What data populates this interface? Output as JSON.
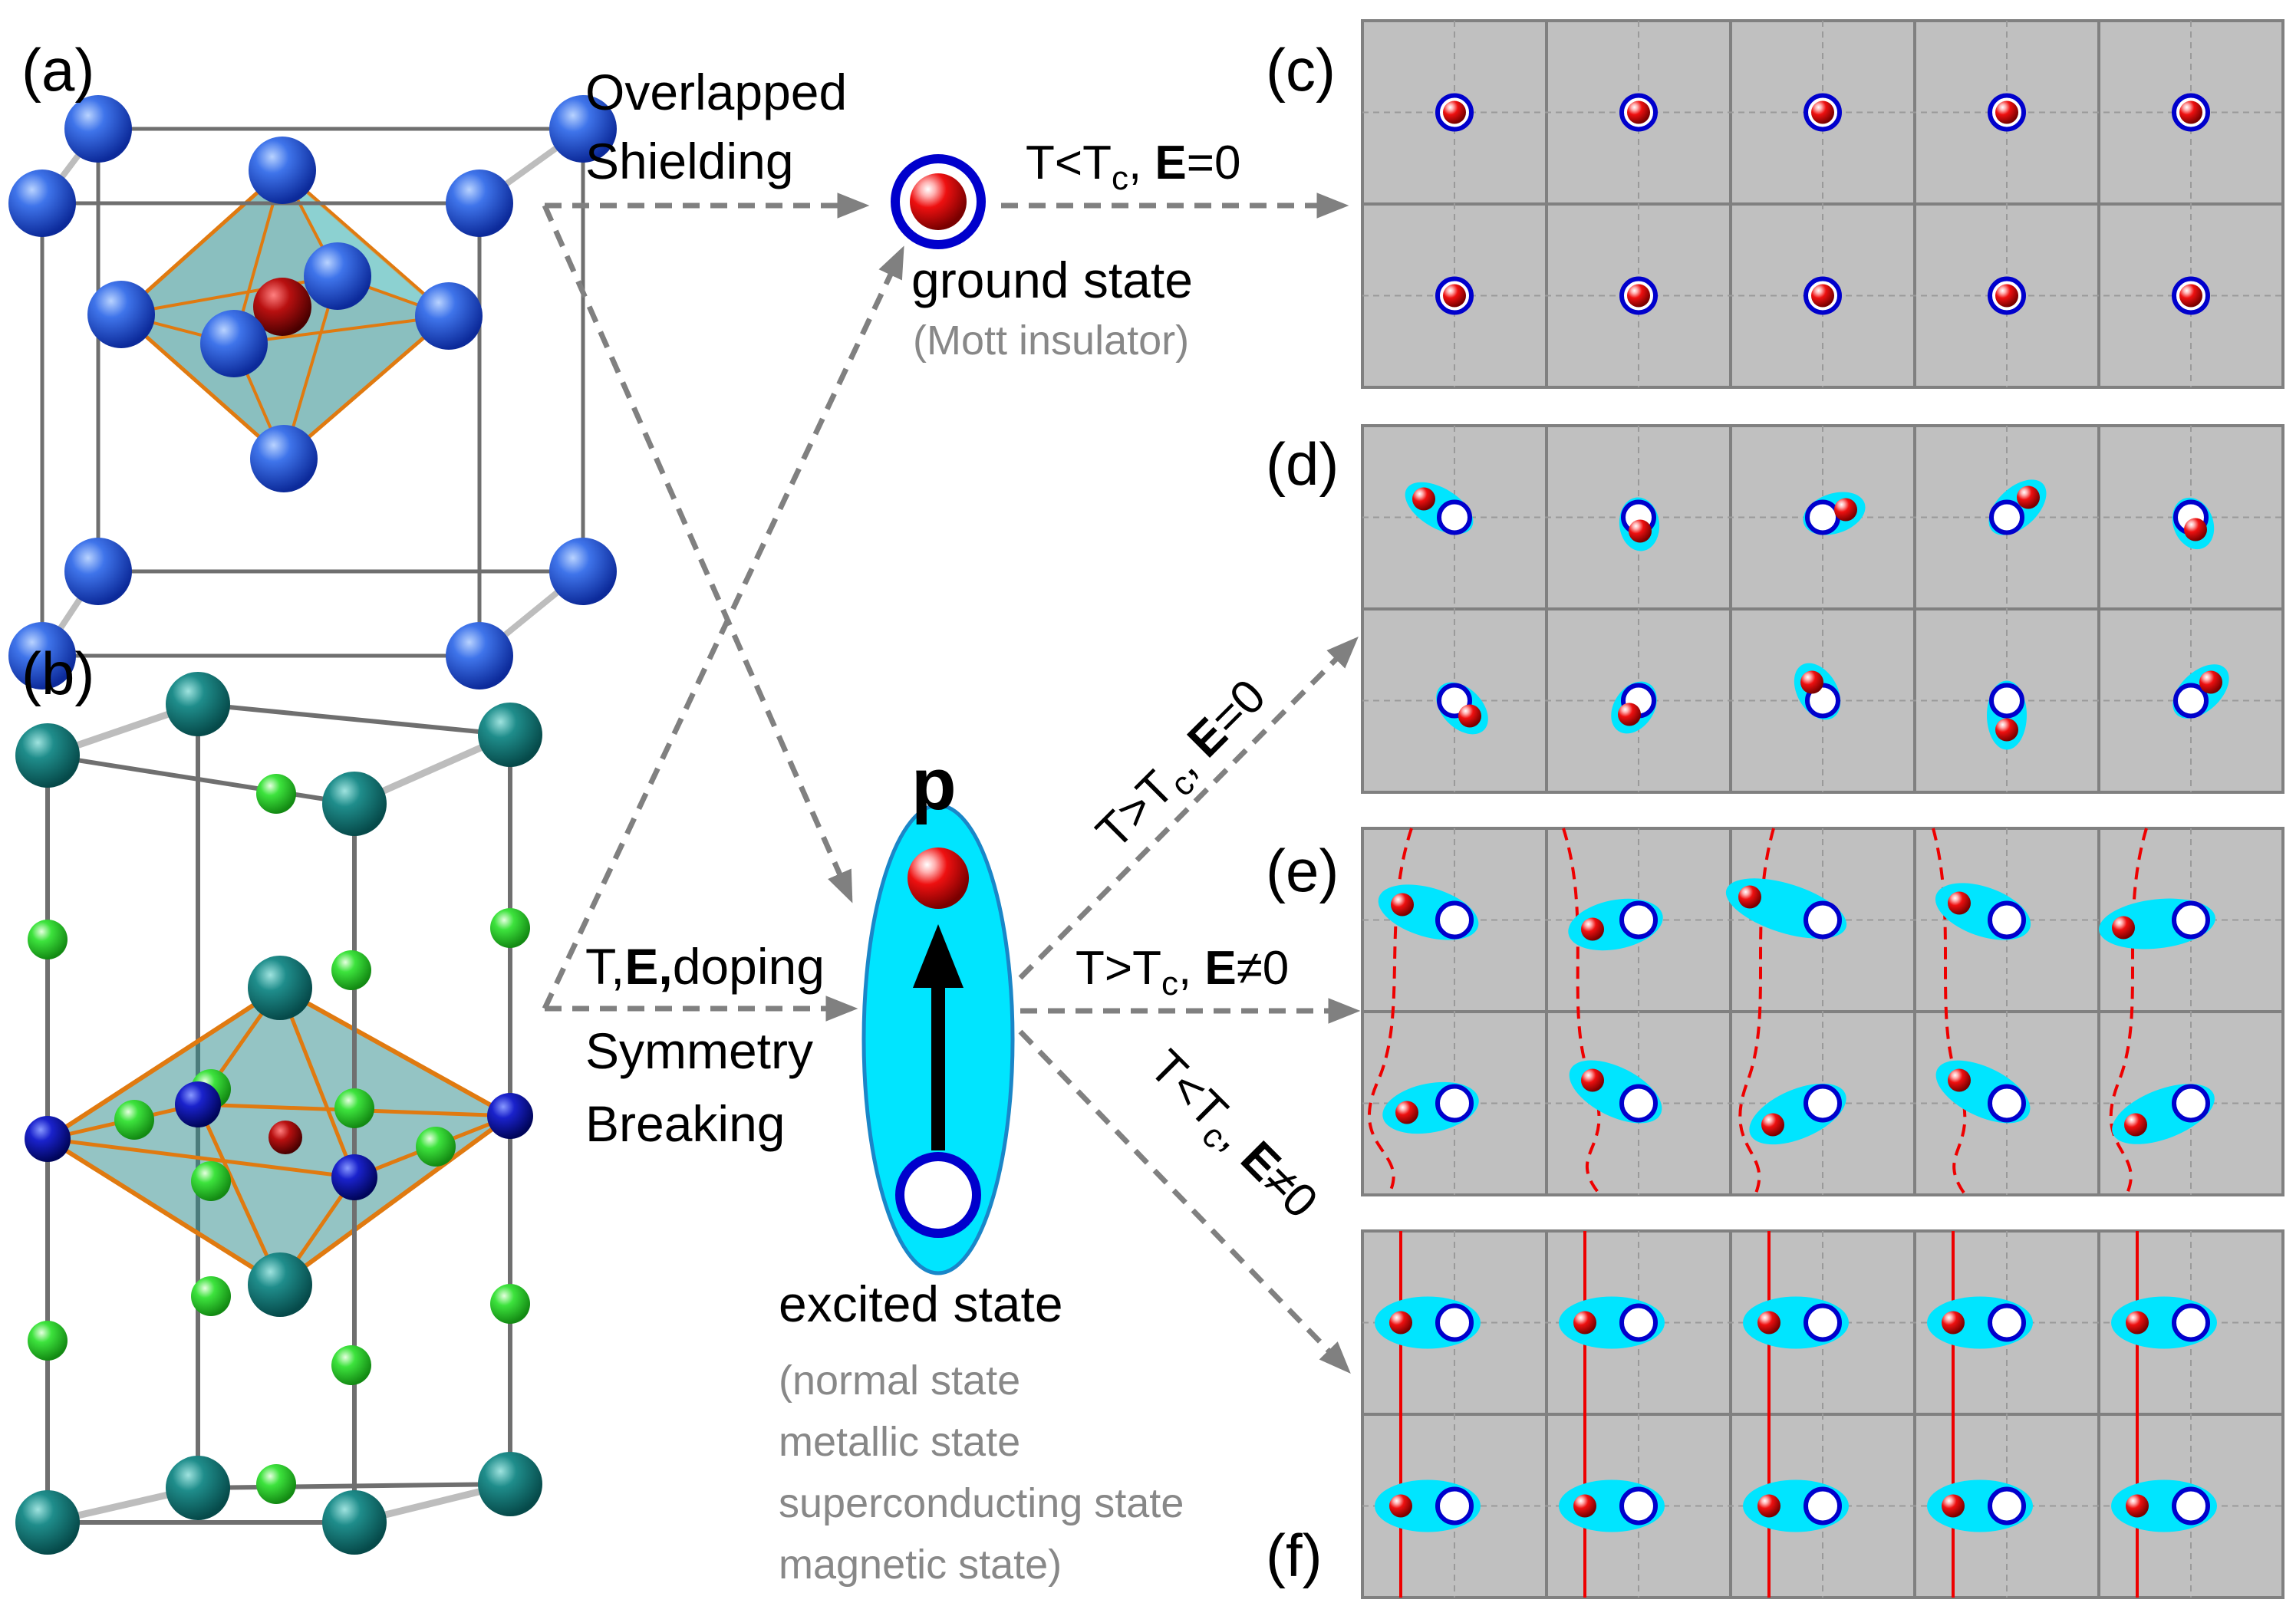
{
  "panel_labels": {
    "a": "(a)",
    "b": "(b)",
    "c": "(c)",
    "d": "(d)",
    "e": "(e)",
    "f": "(f)"
  },
  "labels": {
    "overlapped": "Overlapped",
    "shielding": "Shielding",
    "ground_state": "ground state",
    "mott": "(Mott insulator)",
    "t_e_prefix": "T,",
    "t_e_bold": "E,",
    "t_e_suffix": "doping",
    "symmetry": "Symmetry",
    "breaking": "Breaking",
    "p_vector": "p",
    "excited_state": "excited state",
    "normal_state": "(normal state",
    "metallic_state": "metallic state",
    "superconducting_state": "superconducting state",
    "magnetic_state": "magnetic state)"
  },
  "arrows": {
    "c": {
      "T": "T<T",
      "sub": "c",
      "sep": ", ",
      "E": "E",
      "eq": "=0"
    },
    "d": {
      "T": "T>T",
      "sub": "c",
      "sep": ", ",
      "E": "E",
      "eq": "=0"
    },
    "e": {
      "T": "T>T",
      "sub": "c",
      "sep": ", ",
      "E": "E",
      "eq": "≠0"
    },
    "f": {
      "T": "T<T",
      "sub": "c",
      "sep": ", ",
      "E": "E",
      "eq": "≠0"
    }
  },
  "colors": {
    "panel_bg": "#c0c0c0",
    "electron": "#ee0000",
    "hole": "#0000cc",
    "cloud": "#00e5ff",
    "arrow": "#808080",
    "atom_blue": "#2a5bd8",
    "atom_teal": "#127a7a",
    "atom_green": "#33dd33",
    "octahedron": "#2a8a8a",
    "edge_orange": "#e07a10"
  }
}
